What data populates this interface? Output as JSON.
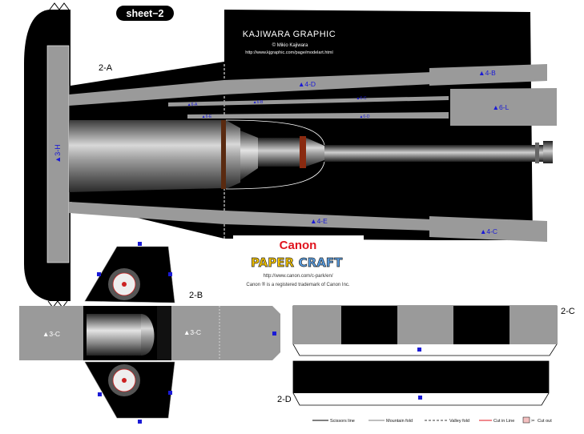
{
  "sheet_title": "sheet−2",
  "brand": {
    "logo": "KAJIWARA GRAPHIC",
    "author": "© Mikio Kajiwara",
    "url": "http://www.kjgraphic.com/page/modelart.html"
  },
  "canon": {
    "logo": "Canon",
    "paper_craft_word1": "PAPER",
    "paper_craft_word2": "CRAFT",
    "url": "http://www.canon.com/c-park/en/",
    "trademark": "Canon ® is a registered trademark of Canon Inc."
  },
  "part_labels": {
    "a": "2-A",
    "b": "2-B",
    "c": "2-C",
    "d": "2-D"
  },
  "glue_tabs": {
    "h3": "▲3-H",
    "d4_top": "▲4-D",
    "b4": "▲4-B",
    "a6": "▲6-A",
    "b6": "▲6-B",
    "c6": "▲6-C",
    "l6": "▲6-L",
    "e6": "▲6-E",
    "d6": "▲6-D",
    "e4": "▲4-E",
    "c4": "▲4-C",
    "c3_left": "▲3-C",
    "c3_mid": "▲3-C"
  },
  "legend": {
    "scissors": "Scissors line",
    "mountain": "Mountain fold",
    "valley": "Valley fold",
    "cut_in": "Cut in Line",
    "cut_out": "Cut out"
  },
  "colors": {
    "black": "#000000",
    "gray": "#9a9a9a",
    "tab_blue": "#1a1ad6",
    "canon_red": "#e0141e",
    "cut_line_red": "#e0141e"
  }
}
